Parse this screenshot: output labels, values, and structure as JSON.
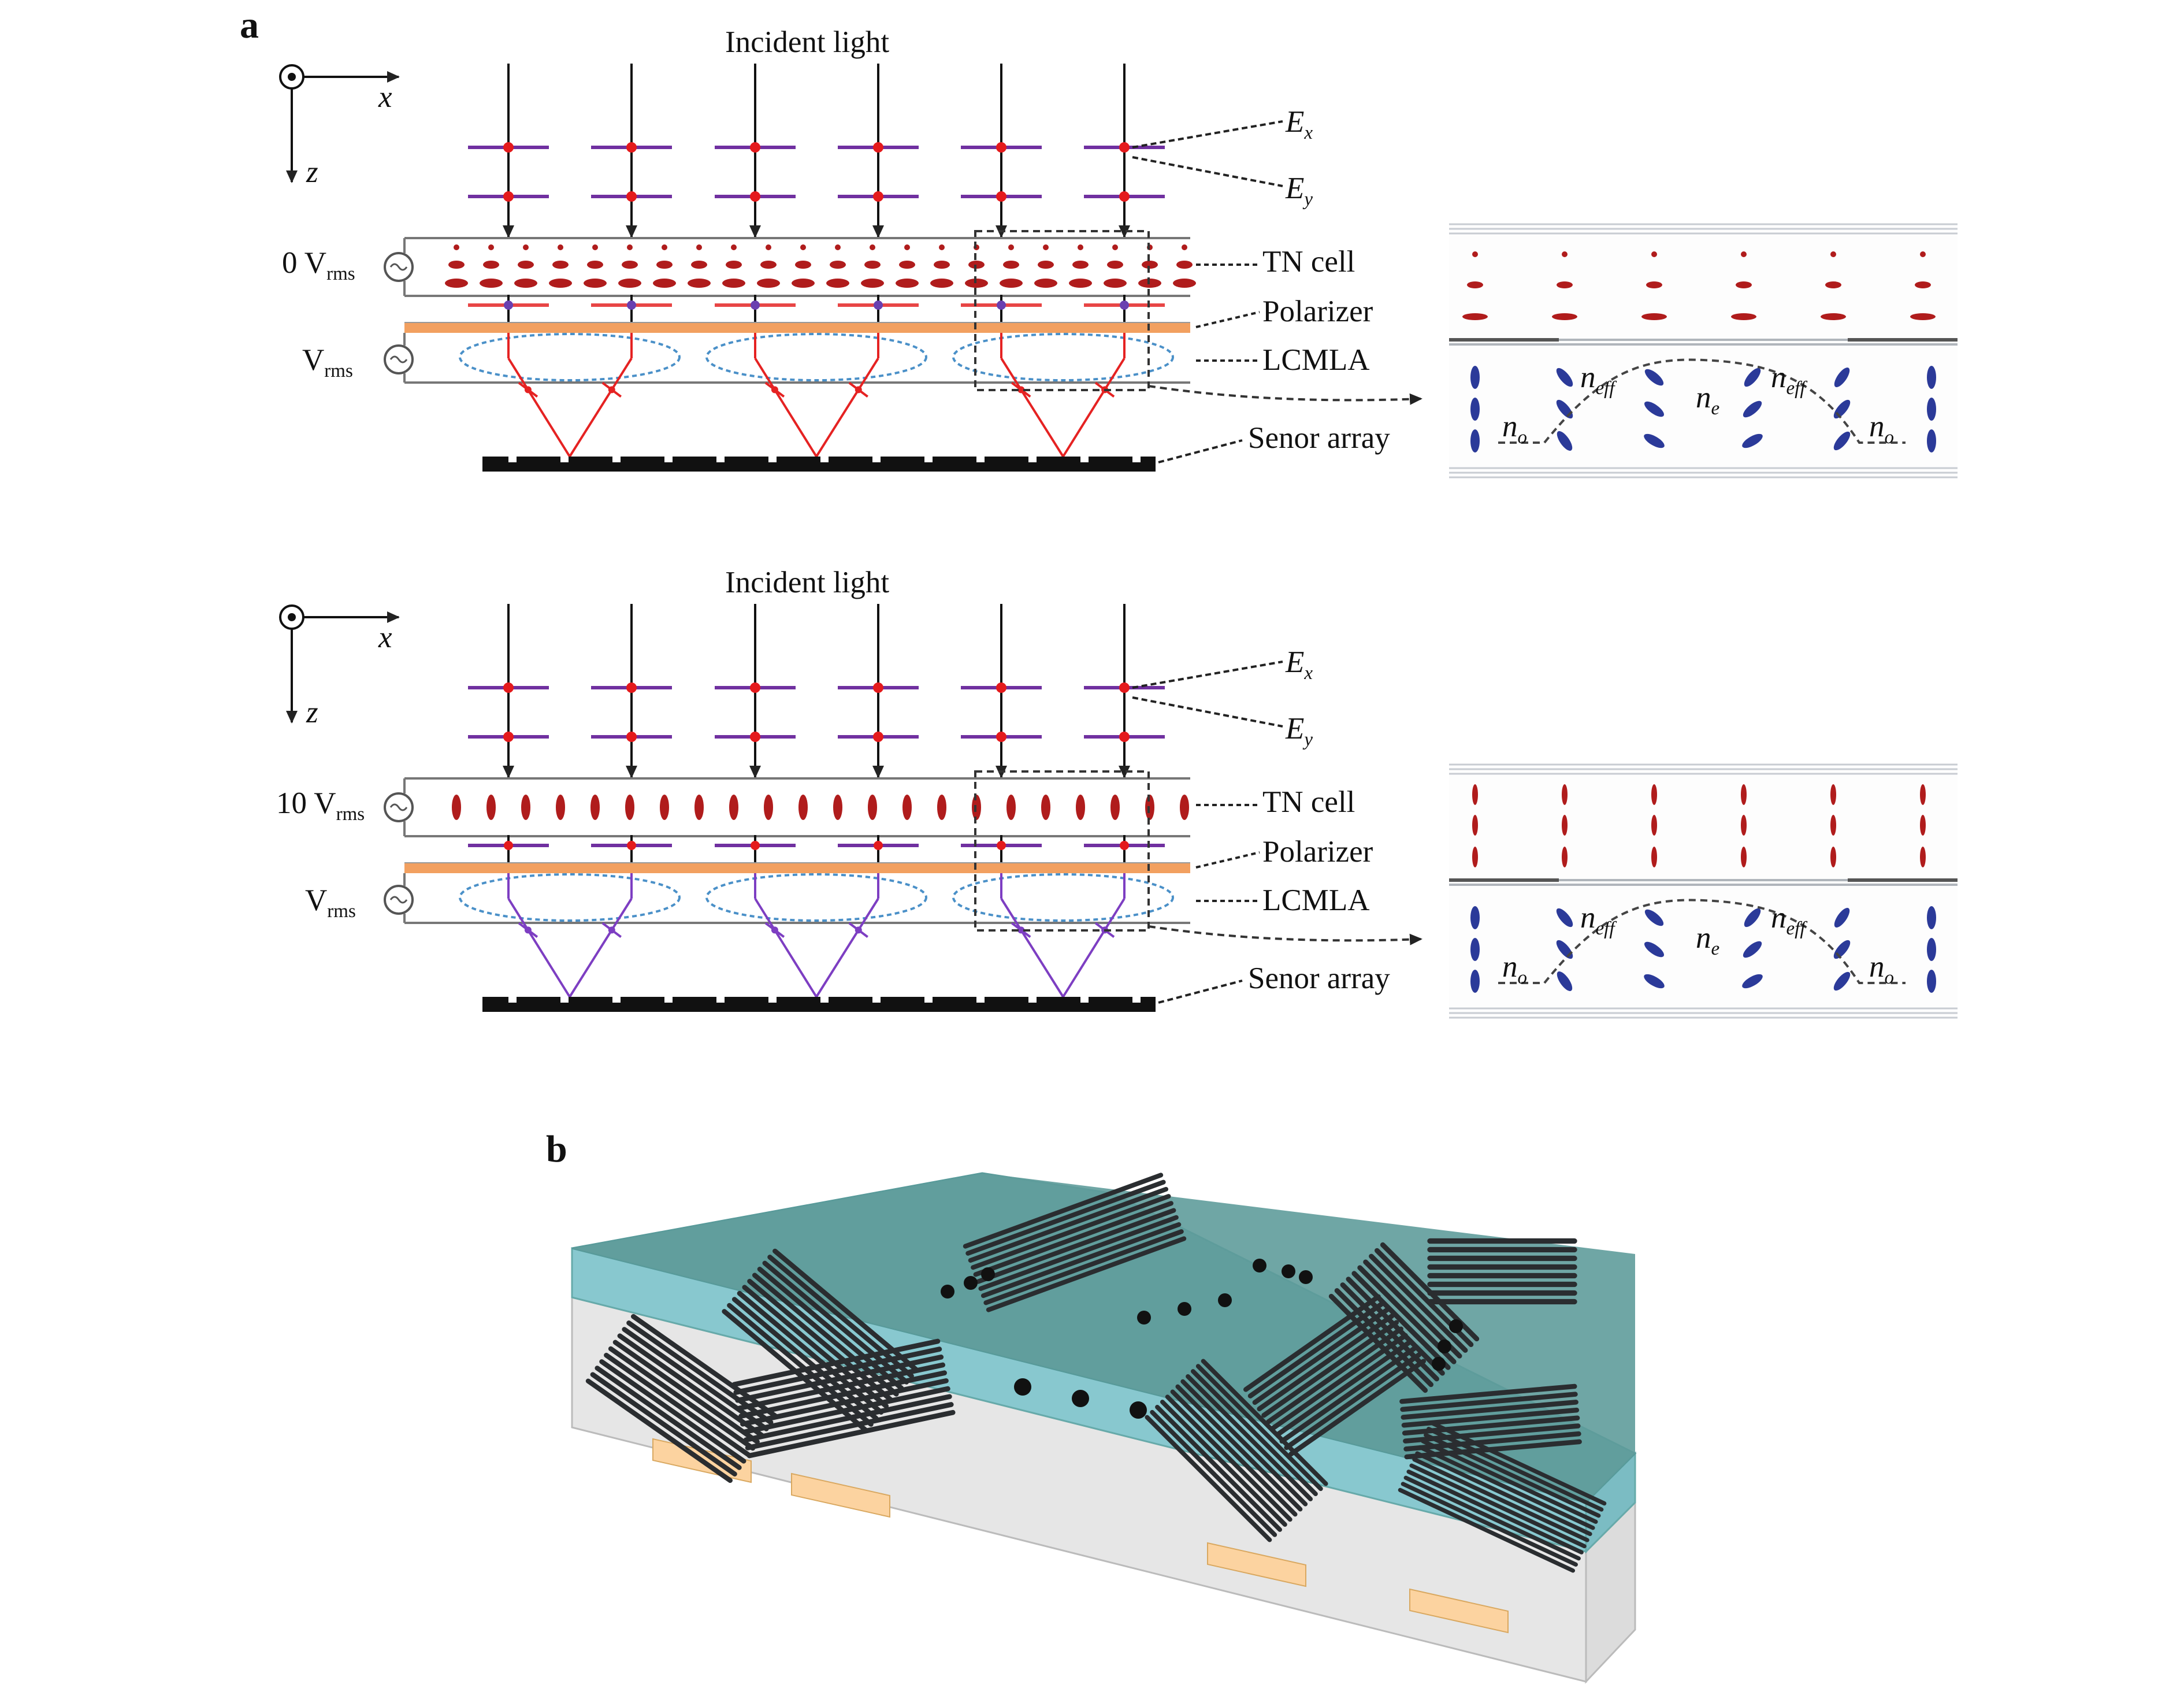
{
  "panel_a": {
    "label": "a",
    "incident_light": "Incident light",
    "axis_x": "x",
    "axis_z": "z",
    "Ex": "E",
    "Ex_sub": "x",
    "Ey": "E",
    "Ey_sub": "y",
    "tn_cell": "TN cell",
    "polarizer": "Polarizer",
    "lcmla": "LCMLA",
    "sensor": "Senor array",
    "top": {
      "voltage_value": "0 V",
      "voltage_sub": "rms"
    },
    "bottom": {
      "voltage_value": "10 V",
      "voltage_sub": "rms"
    },
    "vrms_V": "V",
    "vrms_sub": "rms",
    "n_eff": "n",
    "n_eff_sub": "eff",
    "n_e": "n",
    "n_e_sub": "e",
    "n_o": "n",
    "n_o_sub": "o"
  },
  "panel_b": {
    "label": "b"
  },
  "colors": {
    "red_lc": "#b01c1c",
    "blue_lc": "#2b3a99",
    "purple": "#7030a0",
    "red_ray": "#e52222",
    "polarizer": "#f2a060",
    "glass": "#88c8cf",
    "grating": "#2a2d30"
  }
}
